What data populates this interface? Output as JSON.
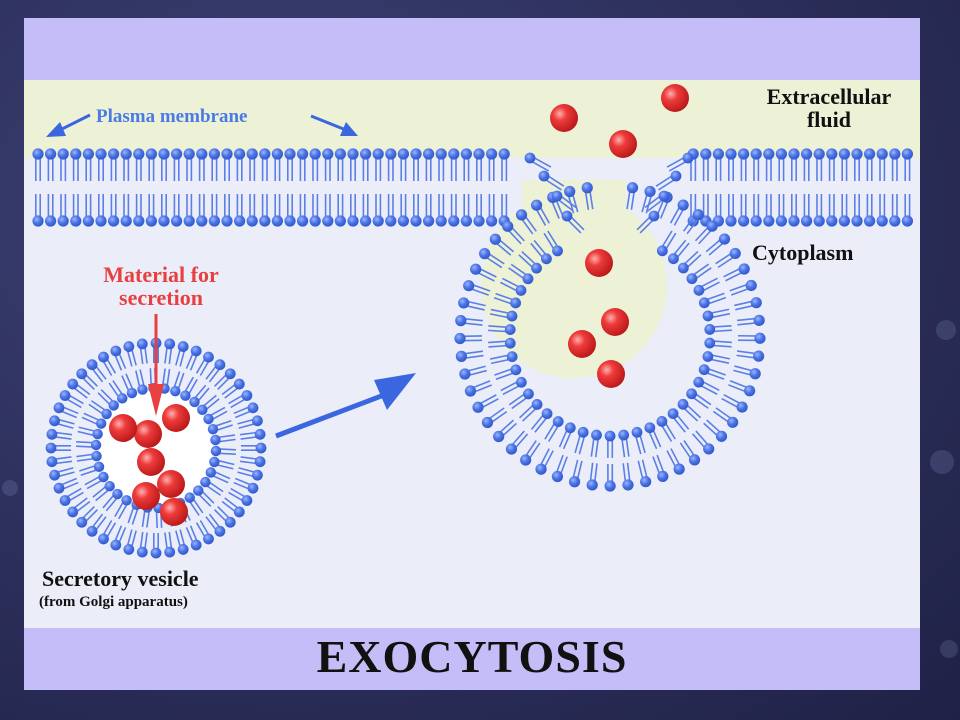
{
  "labels": {
    "plasma_membrane": "Plasma membrane",
    "extracellular_line1": "Extracellular",
    "extracellular_line2": "fluid",
    "cytoplasm": "Cytoplasm",
    "material_line1": "Material for",
    "material_line2": "secretion",
    "vesicle_title": "Secretory vesicle",
    "vesicle_subtitle": "(from Golgi apparatus)"
  },
  "title": "EXOCYTOSIS",
  "colors": {
    "membrane_head": "#4a73e4",
    "membrane_tail": "#5b7fe6",
    "particle": "#e83030",
    "arrow_blue": "#3a66e0",
    "arrow_red": "#e84040",
    "band": "#c5bdf7",
    "cytoplasm": "#ebeef9",
    "extracellular": "#edf1d6"
  }
}
